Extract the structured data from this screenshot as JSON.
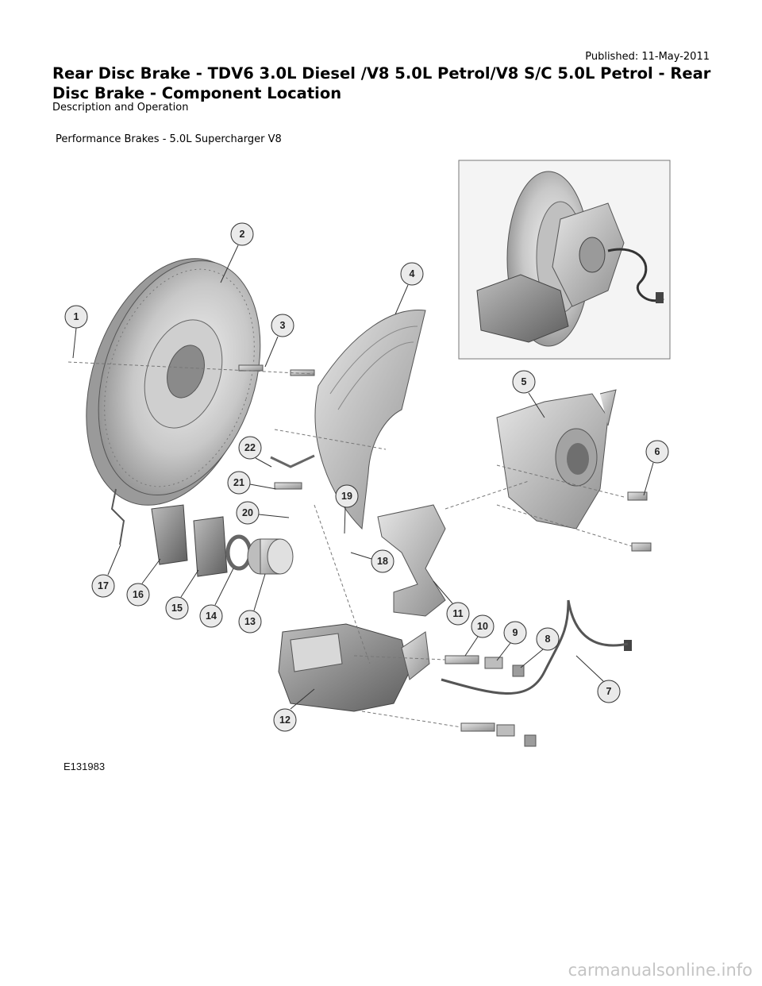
{
  "header": {
    "published": "Published: 11-May-2011",
    "title": "Rear Disc Brake - TDV6 3.0L Diesel /V8 5.0L Petrol/V8 S/C 5.0L Petrol - Rear Disc Brake   - Component Location",
    "subtitle": "Description and Operation"
  },
  "figure": {
    "caption": "Performance Brakes - 5.0L Supercharger V8",
    "figure_id": "E131983",
    "callouts": [
      "1",
      "2",
      "3",
      "4",
      "5",
      "6",
      "7",
      "8",
      "9",
      "10",
      "11",
      "12",
      "13",
      "14",
      "15",
      "16",
      "17",
      "18",
      "19",
      "20",
      "21",
      "22"
    ]
  },
  "watermark": "carmanualsonline.info"
}
